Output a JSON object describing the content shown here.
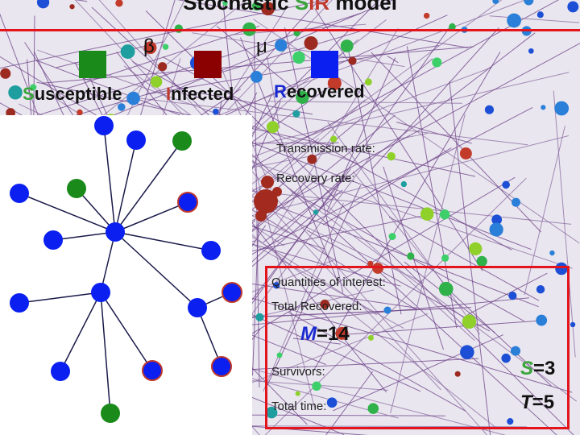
{
  "title": {
    "prefix": "Stochastic ",
    "s": "S",
    "i": "I",
    "r": "R",
    "suffix": " model"
  },
  "rates": {
    "beta": "β",
    "mu": "μ"
  },
  "states": [
    {
      "first": "S",
      "rest": "usceptible",
      "color": "#1a8a1a",
      "letter_color": "#3aa53a"
    },
    {
      "first": "I",
      "rest": "nfected",
      "color": "#8b0000",
      "letter_color": "#c0392b"
    },
    {
      "first": "R",
      "rest": "ecovered",
      "color": "#0a1ff0",
      "letter_color": "#1a2ad0"
    }
  ],
  "labels": {
    "transmission": "Transmission rate:",
    "recovery": "Recovery rate:",
    "quantities": "Quantities of interest:",
    "total_recovered": "Total Recovered:",
    "survivors": "Survivors:",
    "total_time": "Total time:"
  },
  "values": {
    "M_var": "M",
    "M_value": "=14",
    "S_var": "S",
    "S_value": "=3",
    "T_var": "T",
    "T_value": "=5"
  },
  "colors": {
    "susceptible": "#1a8a1a",
    "recovered": "#0a1ff0",
    "infected_ring": "#c0392b",
    "frame": "#e3141c"
  }
}
